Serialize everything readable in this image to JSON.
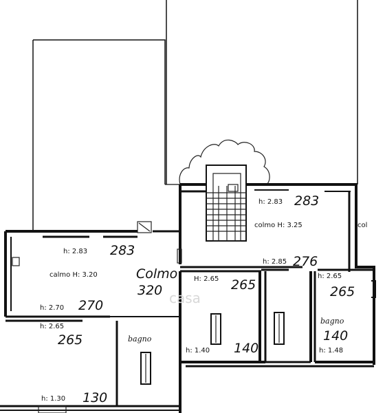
{
  "labels": {
    "h283_top": "h: 2.83",
    "hw283_top": "283",
    "calmo_right": "colmo H: 3.25",
    "colmo_edge": "col",
    "h283_left": "h: 2.83",
    "hw283_left": "283",
    "calmo_left": "calmo H: 3.20",
    "colmo_mid": "Colmo",
    "hw320": "320",
    "h285": "h: 2.85",
    "hw276": "276",
    "h265_mid": "H: 2.65",
    "hw265_mid": "265",
    "h265_right": "h: 2.65",
    "hw265_right": "265",
    "h270": "h: 2.70",
    "hw270": "270",
    "h265_low": "h: 2.65",
    "hw265_low": "265",
    "bagno_left": "bagno",
    "bagno_right": "bagno",
    "hw140_right": "140",
    "h148": "h: 1.48",
    "h140_mid": "h: 1.40",
    "hw140_mid": "140",
    "h130": "h: 1.30",
    "hw130": "130",
    "watermark": "casa"
  }
}
